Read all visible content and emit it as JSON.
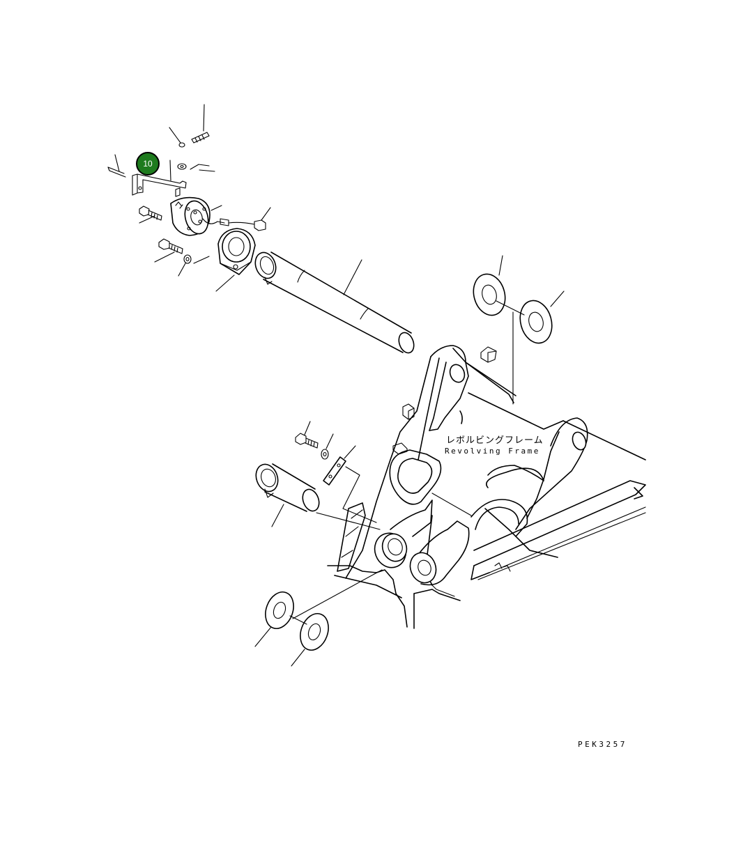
{
  "diagram": {
    "label_jp": "レボルビングフレーム",
    "label_en": "Revolving Frame",
    "drawing_number": "PEK3257",
    "callouts": [
      {
        "number": "10",
        "color": "#1e7b1e"
      }
    ]
  }
}
